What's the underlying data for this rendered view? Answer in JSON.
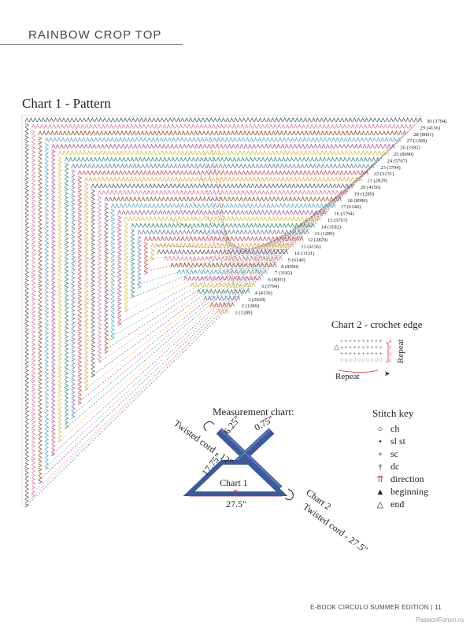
{
  "header": {
    "title": "RAINBOW CROP TOP"
  },
  "chart1": {
    "title": "Chart 1 - Pattern",
    "rows": [
      {
        "n": "1",
        "code": "(1289)"
      },
      {
        "n": "2",
        "code": "(1289)"
      },
      {
        "n": "3",
        "code": "(2829)"
      },
      {
        "n": "4",
        "code": "(4156)"
      },
      {
        "n": "5",
        "code": "(3794)"
      },
      {
        "n": "6",
        "code": "(8001)"
      },
      {
        "n": "7",
        "code": "(3182)"
      },
      {
        "n": "8",
        "code": "(8990)"
      },
      {
        "n": "9",
        "code": "(6140)"
      },
      {
        "n": "10",
        "code": "(3131)"
      },
      {
        "n": "11",
        "code": "(4156)"
      },
      {
        "n": "12",
        "code": "(2829)"
      },
      {
        "n": "13",
        "code": "(1289)"
      },
      {
        "n": "14",
        "code": "(3182)"
      },
      {
        "n": "15",
        "code": "(5767)"
      },
      {
        "n": "16",
        "code": "(3794)"
      },
      {
        "n": "17",
        "code": "(6140)"
      },
      {
        "n": "18",
        "code": "(8990)"
      },
      {
        "n": "19",
        "code": "(1289)"
      },
      {
        "n": "20",
        "code": "(4156)"
      },
      {
        "n": "21",
        "code": "(2829)"
      },
      {
        "n": "22",
        "code": "(3131)"
      },
      {
        "n": "23",
        "code": "(3794)"
      },
      {
        "n": "24",
        "code": "(5767)"
      },
      {
        "n": "25",
        "code": "(8990)"
      },
      {
        "n": "26",
        "code": "(3182)"
      },
      {
        "n": "27",
        "code": "(1289)"
      },
      {
        "n": "28",
        "code": "(8001)"
      },
      {
        "n": "29",
        "code": "(4156)"
      },
      {
        "n": "30",
        "code": "(3794)"
      }
    ],
    "palette": [
      "#e9a23b",
      "#c44a4a",
      "#6b7fb8",
      "#2f8f6e",
      "#d9c14a",
      "#b04f8e",
      "#5aa7c9",
      "#8b5a3c",
      "#e07aa0",
      "#4f5f6f"
    ]
  },
  "chart2": {
    "title": "Chart 2 - crochet edge",
    "repeat_label": "Repeat",
    "row_nums": [
      "4",
      "3",
      "2",
      "1"
    ]
  },
  "measurement": {
    "title": "Measurement chart:",
    "chart1_label": "Chart 1",
    "twisted_12": "Twisted cord - 12\"",
    "m_625": "6.25\"",
    "m_075": "0.75\"",
    "m_1775": "17.75\"",
    "m_275": "27.5\"",
    "chart2_label": "Chart 2",
    "twisted_275": "Twisted cord - 27.5\""
  },
  "stitch_key": {
    "title": "Stitch key",
    "items": [
      {
        "sym": "○",
        "label": "ch"
      },
      {
        "sym": "•",
        "label": "sl st"
      },
      {
        "sym": "+",
        "label": "sc"
      },
      {
        "sym": "†",
        "label": "dc"
      },
      {
        "sym": "⇈",
        "label": "direction"
      },
      {
        "sym": "▲",
        "label": "beginning"
      },
      {
        "sym": "△",
        "label": "end"
      }
    ]
  },
  "footer": {
    "text": "E-BOOK CIRCULO SUMMER EDITION | 11"
  },
  "watermark": "PassionForum.ru"
}
